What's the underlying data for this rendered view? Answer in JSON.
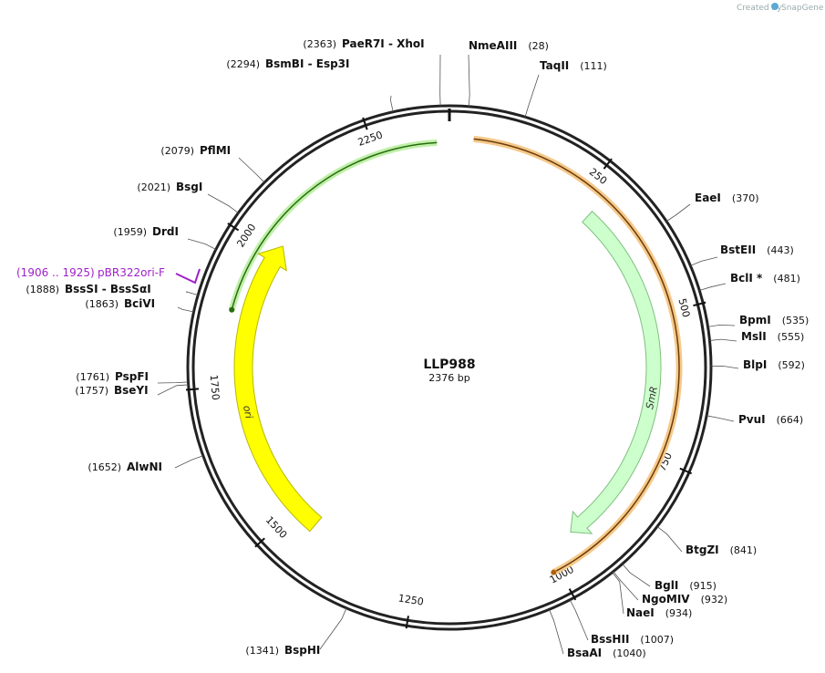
{
  "credit": {
    "prefix": "Created by",
    "brand": "SnapGene"
  },
  "plasmid": {
    "name": "LLP988",
    "length": "2376 bp"
  },
  "ticks": [
    "250",
    "500",
    "750",
    "1000",
    "1250",
    "1500",
    "1750",
    "2000",
    "2250"
  ],
  "features": [
    {
      "name": "SmR",
      "color": "#ccffcc",
      "stroke": "#7fbf7f"
    },
    {
      "name": "ori",
      "color": "#ffff00",
      "stroke": "#b8b800"
    }
  ],
  "primer": {
    "label": "pBR322ori-F",
    "range": "(1906 .. 1925)",
    "color": "#a020c8"
  },
  "sites": [
    {
      "name": "PaeR7I - XhoI",
      "pos": "(2363)"
    },
    {
      "name": "BsmBI - Esp3I",
      "pos": "(2294)"
    },
    {
      "name": "PflMI",
      "pos": "(2079)"
    },
    {
      "name": "BsgI",
      "pos": "(2021)"
    },
    {
      "name": "DrdI",
      "pos": "(1959)"
    },
    {
      "name": "BssSI - BssSαI",
      "pos": "(1888)"
    },
    {
      "name": "BciVI",
      "pos": "(1863)"
    },
    {
      "name": "PspFI",
      "pos": "(1761)"
    },
    {
      "name": "BseYI",
      "pos": "(1757)"
    },
    {
      "name": "AlwNI",
      "pos": "(1652)"
    },
    {
      "name": "BspHI",
      "pos": "(1341)"
    },
    {
      "name": "NmeAIII",
      "pos": "(28)"
    },
    {
      "name": "TaqII",
      "pos": "(111)"
    },
    {
      "name": "EaeI",
      "pos": "(370)"
    },
    {
      "name": "BstEII",
      "pos": "(443)"
    },
    {
      "name": "BclI *",
      "pos": "(481)"
    },
    {
      "name": "BpmI",
      "pos": "(535)"
    },
    {
      "name": "MslI",
      "pos": "(555)"
    },
    {
      "name": "BlpI",
      "pos": "(592)"
    },
    {
      "name": "PvuI",
      "pos": "(664)"
    },
    {
      "name": "BtgZI",
      "pos": "(841)"
    },
    {
      "name": "BglI",
      "pos": "(915)"
    },
    {
      "name": "NgoMIV",
      "pos": "(932)"
    },
    {
      "name": "NaeI",
      "pos": "(934)"
    },
    {
      "name": "BssHII",
      "pos": "(1007)"
    },
    {
      "name": "BsaAI",
      "pos": "(1040)"
    }
  ]
}
